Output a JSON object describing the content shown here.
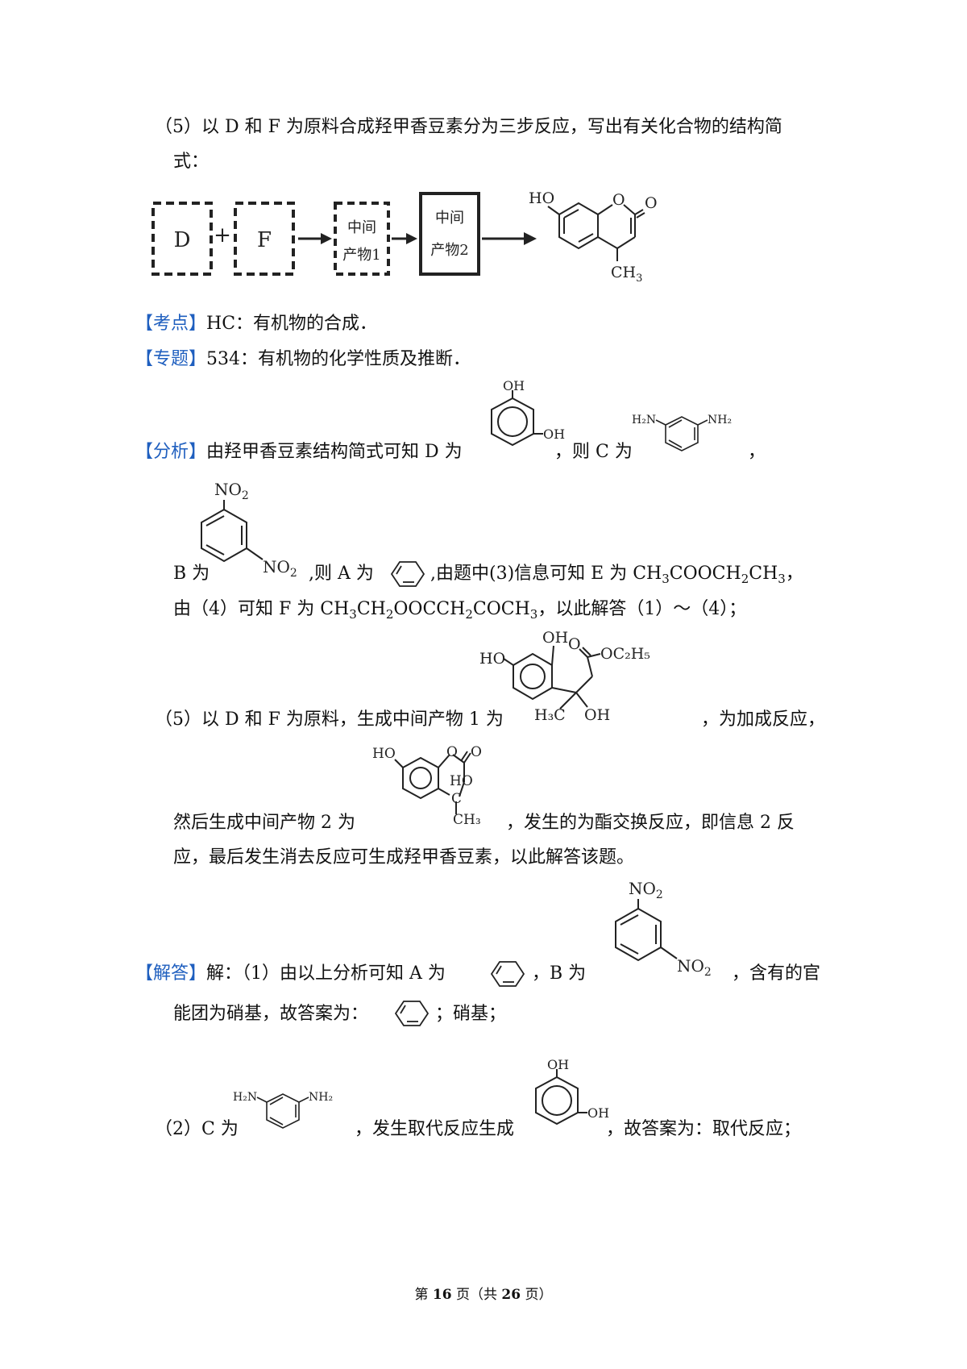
{
  "q5": {
    "line1": "（5）以 D 和 F 为原料合成羟甲香豆素分为三步反应，写出有关化合物的结构简",
    "line2": "式："
  },
  "flow": {
    "box_d": "D",
    "plus": "+",
    "box_f": "F",
    "box_mid1_a": "中间",
    "box_mid1_b": "产物1",
    "box_mid2_a": "中间",
    "box_mid2_b": "产物2",
    "product_ho": "HO",
    "product_o_ring": "O",
    "product_o_carbonyl": "O",
    "product_ch3": "CH",
    "product_ch3_sub": "3"
  },
  "kaodian": {
    "tag": "【考点】",
    "text": "HC：有机物的合成．"
  },
  "zhuanti": {
    "tag": "【专题】",
    "text": "534：有机物的化学性质及推断．"
  },
  "fenxi": {
    "tag": "【分析】",
    "p1": "由羟甲香豆素结构简式可知 D 为",
    "p2": "，则 C 为",
    "p3": "，",
    "b_is": "B 为",
    "a_is": ",则 A 为",
    "e_pre": ",由题中(3)信息可知 E 为 CH",
    "e_s1": "3",
    "e_mid": "COOCH",
    "e_s2": "2",
    "e_end": "CH",
    "e_s3": "3",
    "e_tail": "，",
    "f_pre": "由（4）可知 F 为 CH",
    "f_s1": "3",
    "f_m1": "CH",
    "f_s2": "2",
    "f_m2": "OOCCH",
    "f_s3": "2",
    "f_m3": "COCH",
    "f_s4": "3",
    "f_tail": "，以此解答（1）～（4）；",
    "q5a": "（5）以 D 和 F 为原料，生成中间产物 1 为",
    "q5b": "，为加成反应，",
    "q5c": "然后生成中间产物 2 为",
    "q5d": "，发生的为酯交换反应，即信息 2 反",
    "q5e": "应，最后发生消去反应可生成羟甲香豆素，以此解答该题。"
  },
  "jieda": {
    "tag": "【解答】",
    "p1": "解：（1）由以上分析可知 A 为",
    "p2": "，B 为",
    "p3": "，含有的官",
    "p4": "能团为硝基，故答案为：",
    "p5": "；硝基；",
    "p6": "（2）C 为",
    "p7": "，发生取代反应生成",
    "p8": "，故答案为：取代反应；"
  },
  "labels": {
    "oh": "OH",
    "ho": "HO",
    "h2n": "H₂N",
    "nh2": "NH₂",
    "no2_n": "NO",
    "no2_sub": "2",
    "oc2h5": "OC₂H₅",
    "h3c": "H₃C",
    "o": "O",
    "c": "C",
    "ch3": "CH₃"
  },
  "footer": {
    "pre": "第 ",
    "page": "16",
    "mid": " 页（共 ",
    "total": "26",
    "post": " 页）"
  }
}
